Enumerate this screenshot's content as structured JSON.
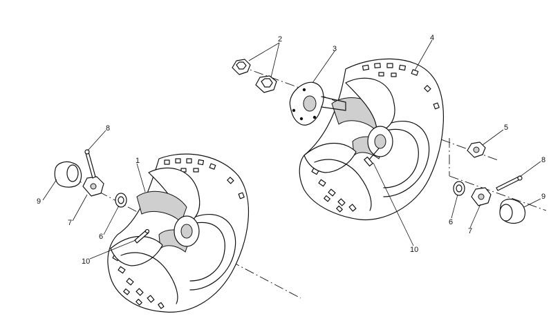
{
  "diagram": {
    "callouts": {
      "right_hub_nuts": "2",
      "right_hub": "3",
      "right_wheel": "4",
      "right_axle_nut": "5",
      "right_washer": "6",
      "right_castle_nut": "7",
      "right_cotter_pin": "8",
      "right_cap": "9",
      "right_valve_stem": "10",
      "left_wheel": "1",
      "left_cotter_pin": "8",
      "left_cap": "9",
      "left_castle_nut": "7",
      "left_washer": "6",
      "left_valve_stem": "10"
    }
  }
}
